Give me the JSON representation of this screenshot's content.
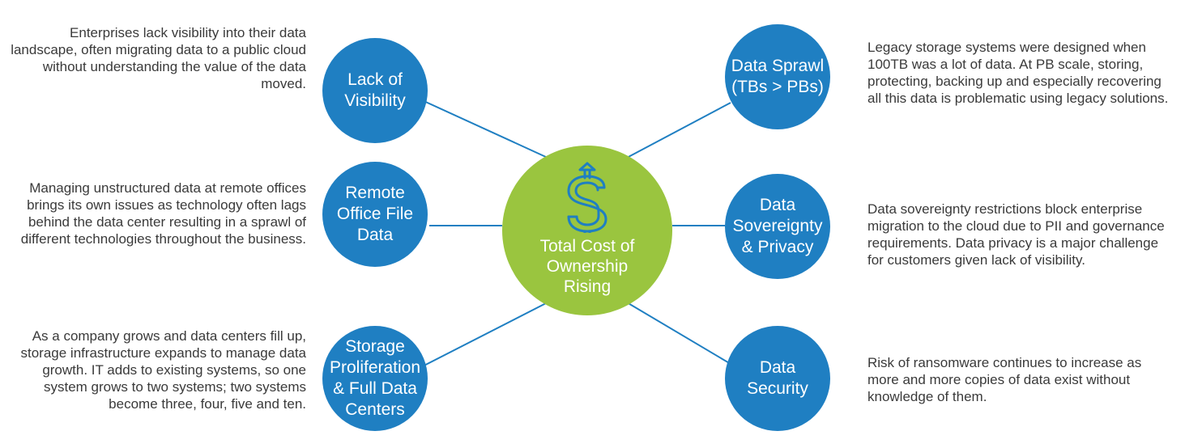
{
  "center": {
    "label": "Total Cost of\nOwnership\nRising",
    "icon": "dollar-up-arrow-icon"
  },
  "challenges": [
    {
      "key": "visibility",
      "title": "Lack of\nVisibility",
      "description": "Enterprises lack visibility into their data landscape, often migrating data to a public cloud without understanding the value of the data moved."
    },
    {
      "key": "remote-office",
      "title": "Remote\nOffice File\nData",
      "description": "Managing unstructured data at remote offices brings its own issues as technology often lags behind the data center resulting in a sprawl of different technologies throughout the business."
    },
    {
      "key": "storage-proliferation",
      "title": "Storage\nProliferation\n& Full Data\nCenters",
      "description": "As a company grows and data centers fill up, storage infrastructure expands to manage data growth.  IT adds to existing systems, so one system grows to two systems; two systems become three, four, five and ten."
    },
    {
      "key": "data-sprawl",
      "title": "Data Sprawl\n(TBs > PBs)",
      "description": "Legacy storage systems were designed when 100TB was a lot of data. At PB scale, storing, protecting, backing up and especially recovering all this data is problematic using legacy solutions."
    },
    {
      "key": "sovereignty",
      "title": "Data\nSovereignty\n& Privacy",
      "description": "Data sovereignty restrictions block enterprise migration to the cloud due to PII and governance requirements.  Data privacy is a major challenge for customers given lack of visibility."
    },
    {
      "key": "security",
      "title": "Data\nSecurity",
      "description": "Risk of ransomware continues to increase as more and more copies of data exist without knowledge of them."
    }
  ],
  "colors": {
    "circle": "#1f7fc2",
    "hub": "#9ac53f",
    "line": "#1f7fc2",
    "text": "#3a3a3a"
  }
}
